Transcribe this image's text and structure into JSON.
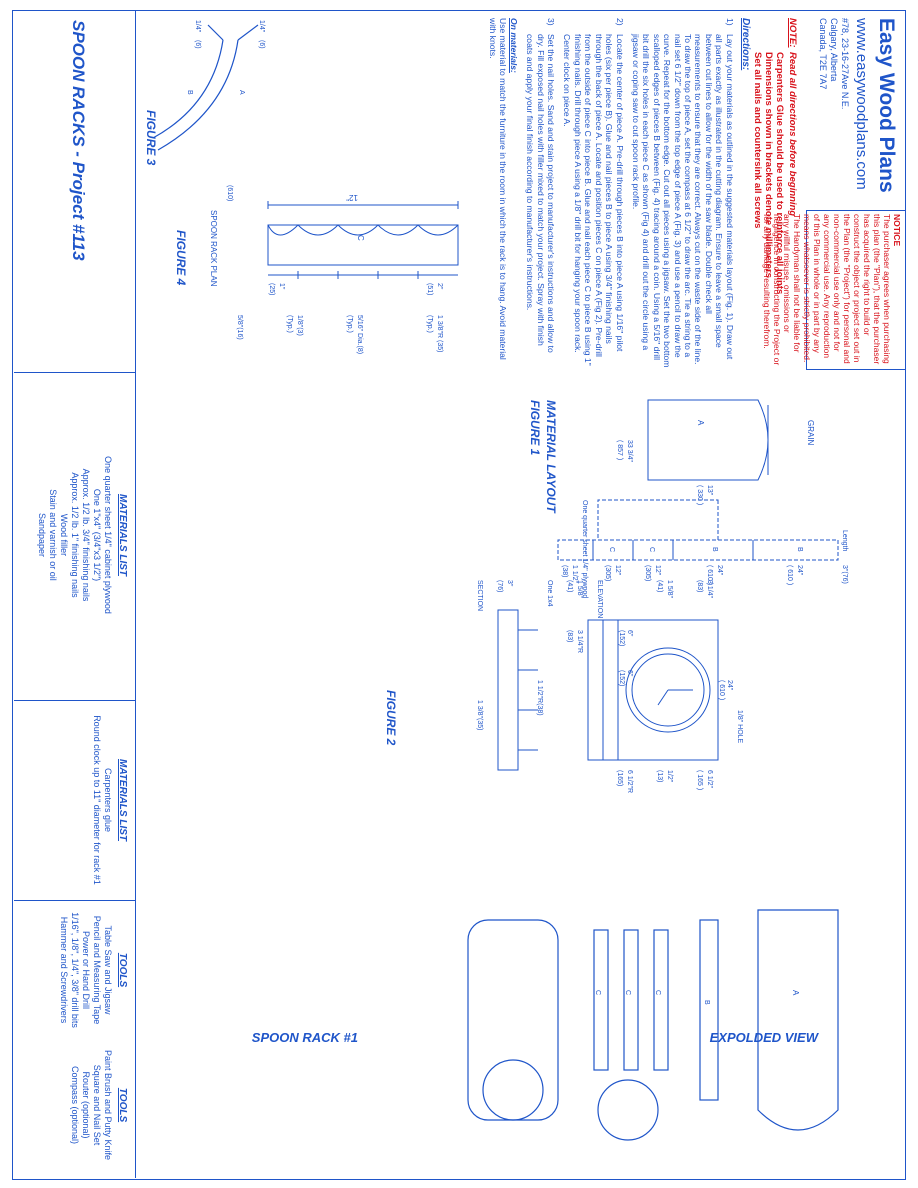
{
  "brand": {
    "name": "Easy Wood Plans",
    "website": "www.easywoodplans.com",
    "address_lines": [
      "#78, 23-16-27Ave N.E.",
      "Calgary, Alberta",
      "Canada, T2E 7A7"
    ]
  },
  "notice": {
    "heading": "NOTICE",
    "body": "The purchaser agrees when purchasing this plan (the \"Plan\"), that the purchaser has acquired the right to build or construct the object or project set out in the Plan (the \"Project\") for personal and non-commercial use only and not for any commercial use. Any reproduction of this Plan in whole or in part by any means whatsoever is strictly prohibited. The Handyman shall not be liable for any willful misuse, omissions or negligence in constructing the Project or for any damage resulting therefrom."
  },
  "note": {
    "label": "NOTE:",
    "lines": [
      "Read all directions before beginning",
      "Carpenters Glue should be used to reinforce all joints",
      "Dimensions shown in brackets denote millimeters",
      "Set all nails and countersink all screws"
    ]
  },
  "directions": {
    "heading": "Directions:",
    "steps": [
      {
        "num": "1)",
        "text": "Lay out your materials as outlined in the suggested materials layout (Fig. 1). Draw out all parts exactly as illustrated in the cutting diagram. Ensure to leave a small space between cut lines to allow for the width of the saw blade. Double check all measurements to ensure that they are correct. Always cut on the waste side of the line. To draw the top of piece A, set the compass at 6 1/2\" to draw the arc. Tie a string to a nail set 6 1/2\" down from the top edge of piece A (Fig. 3) and use a pencil to draw the curve. Repeat for the bottom edge. Cut out all pieces using a jigsaw. Set the two bottom scalloped edges of pieces B between (Fig. 4) tracing around a coin. Using a 5/16\" drill bit drill the six holes in each piece C as shown (Fig 4) and drill out the circle using a jigsaw or coping saw to cut spoon rack profile."
      },
      {
        "num": "2)",
        "text": "Locate the center of piece A. Pre-drill through pieces B into piece A using 1/16\" pilot holes (six per piece B). Glue and nail pieces B to piece A using 3/4\" finishing nails through the back of piece A. Locate and position pieces C on piece A (Fig 2). Pre-drill from the outside of piece C into piece B. Glue and nail each piece C to piece B using 1\" finishing nails. Drill through piece A using a 1/8\" drill bit for hanging your spoon rack. Center clock on piece A."
      },
      {
        "num": "3)",
        "text": "Set the nail holes. Sand and stain project to manufacturer's instructions and allow to dry. Fill exposed nail holes with filler mixed to match your project. Spray with finish coats and apply your final finish according to manufacturer's instructions."
      }
    ],
    "on_materials_heading": "On materials:",
    "on_materials_text": "Use material to match the furniture in the room in which the rack is to hang. Avoid material with knots."
  },
  "project_title": "SPOON RACKS - Project #113",
  "materials_list_1": {
    "heading": "MATERIALS LIST",
    "items": [
      "One quarter sheet 1/4\" cabinet plywood",
      "One 1\"x4\" (3/4\"x3 1/2\")",
      "Approx. 1/2 lb. 3/4\" finishing nails",
      "Approx. 1/2 lb. 1\" finishing nails",
      "Wood filler",
      "Stain and varnish or oil",
      "Sandpaper"
    ]
  },
  "materials_list_2": {
    "heading": "MATERIALS LIST",
    "items": [
      "Carpenters glue",
      "Round clock up to 11\" diameter for rack #1"
    ]
  },
  "tools_1": {
    "heading": "TOOLS",
    "items": [
      "Table Saw and Jigsaw",
      "Pencil and Measuring Tape",
      "Power or Hand Drill",
      "1/16\", 1/8\", 1/4\", 3/8\" drill bits",
      "Hammer and Screwdrivers"
    ]
  },
  "tools_2": {
    "heading": "TOOLS",
    "items": [
      "Paint Brush and Putty Knife",
      "Square and Nail Set",
      "Router (optional)",
      "Compass (optional)"
    ]
  },
  "figures": {
    "fig1_title": "MATERIAL LAYOUT",
    "fig1_label": "FIGURE 1",
    "fig2_label": "FIGURE 2",
    "fig3_label": "FIGURE 3",
    "fig4_label": "FIGURE 4",
    "fig4_caption": "SPOON RACK PLAN",
    "elevation": "ELEVATION",
    "section": "SECTION",
    "exploded": "EXPOLDED VIEW",
    "spoon_rack_1": "SPOON RACK #1",
    "grain": "GRAIN",
    "one_quarter_sheet": "One quarter sheet 1/4\" plywood",
    "one_1x4": "One 1x4",
    "length": "Length",
    "hole_label": "1/8\" HOLE",
    "dims": {
      "d330": "13\"",
      "d330mm": "( 330 )",
      "d857": "33 3/4\"",
      "d857mm": "( 857 )",
      "d3_76": "3\"(76)",
      "d24a": "24\"",
      "d610a": "( 610 )",
      "d24b": "24\"",
      "d610b": "( 610 )",
      "d12a": "12\"",
      "d305a": "(305)",
      "d12b": "12\"",
      "d305b": "(305)",
      "d1_5": "1 1/2\"",
      "d38": "(38)",
      "e3_14": "3 1/4\"",
      "e83": "(83)",
      "e24": "24\"",
      "e610": "( 610 )",
      "e6_12": "6 1/2\"",
      "e165": "( 165 )",
      "e1_58a": "1 5/8\"",
      "e41a": "(41)",
      "e1_58b": "1 5/8\"",
      "e41b": "(41)",
      "e3_14r": "3 1/4\"R",
      "e83b": "(83)",
      "e6": "6\"",
      "e152a": "(152)",
      "e6b": "6\"",
      "e152b": "(152)",
      "e1_2": "1/2\"",
      "e13": "(13)",
      "e6_12r": "6 1/2\"R",
      "e165b": "(165)",
      "s1_12r": "1 1/2\"R(38)",
      "s3": "3\"",
      "s76": "(76)",
      "s1_38": "1 3/8\"(35)",
      "f1_38": "1 3/8\"R (35)",
      "ftyp": "(Typ.)",
      "f5_16": "5/16\" Dia.(8)",
      "ftyp2": "(Typ.)",
      "f1_8": "1/8\"(3)",
      "ftyp3": "(Typ.)",
      "f2": "2\"",
      "f51": "(51)",
      "f1": "1\"",
      "f25": "(25)",
      "f12": "12\"",
      "f610": "(610)",
      "f5_8": "5/8\"(16)",
      "fig3_a": "1/4\"",
      "fig3_b": "(6)",
      "fig3_c": "1/4\"",
      "fig3_d": "(6)"
    }
  }
}
